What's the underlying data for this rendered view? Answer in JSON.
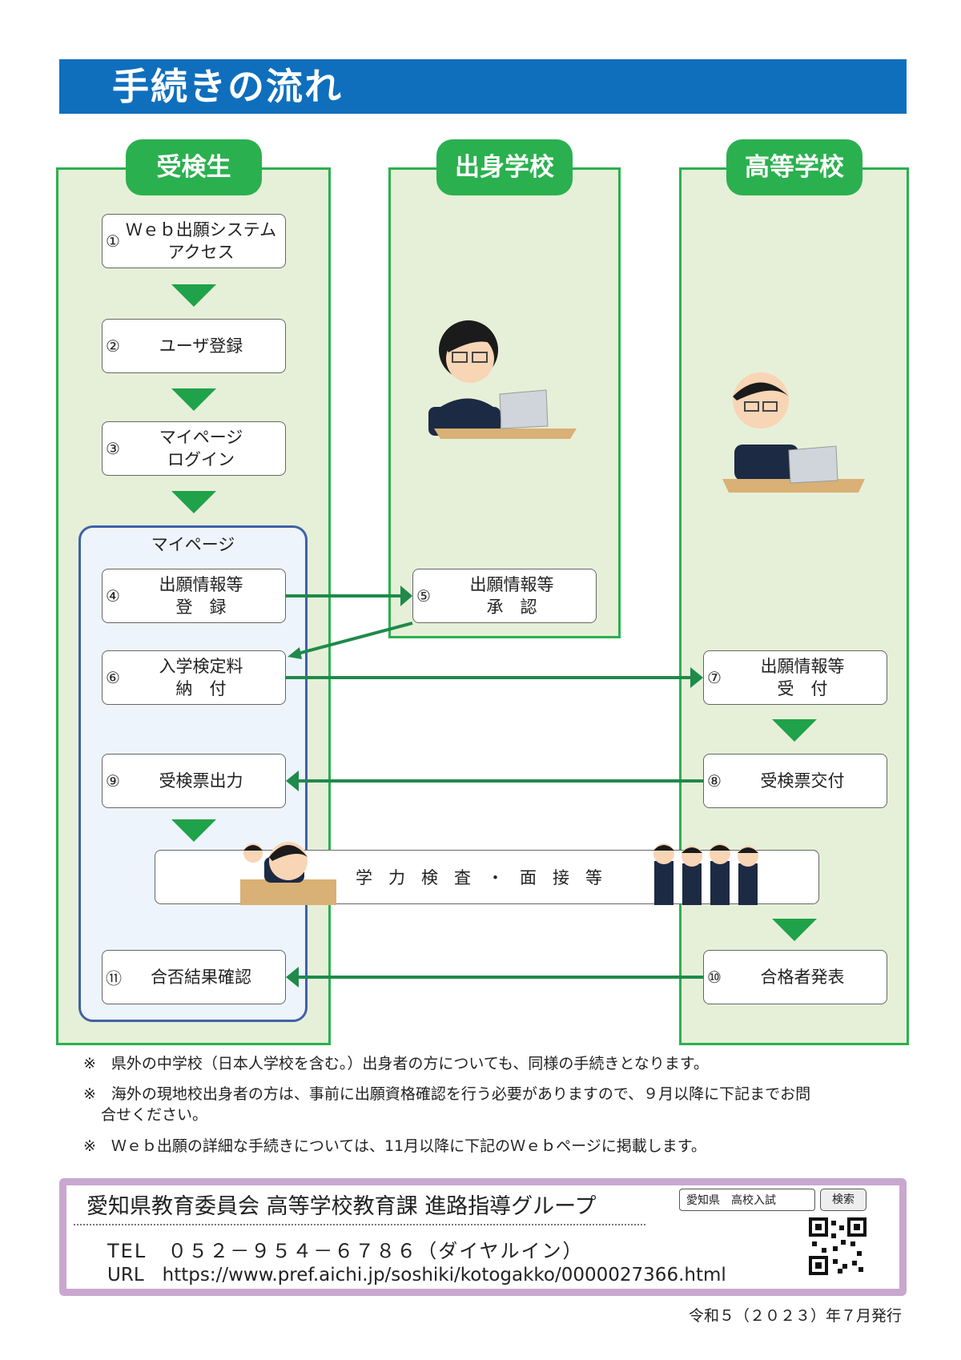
{
  "header": {
    "title": "手続きの流れ"
  },
  "columns": {
    "student": "受検生",
    "origin_school": "出身学校",
    "high_school": "高等学校"
  },
  "mypage_label": "マイページ",
  "steps": {
    "s1": {
      "num": "①",
      "line1": "Ｗｅｂ出願システム",
      "line2": "アクセス"
    },
    "s2": {
      "num": "②",
      "line1": "ユーザ登録"
    },
    "s3": {
      "num": "③",
      "line1": "マイページ",
      "line2": "ログイン"
    },
    "s4": {
      "num": "④",
      "line1": "出願情報等",
      "line2": "登　録"
    },
    "s5": {
      "num": "⑤",
      "line1": "出願情報等",
      "line2": "承　認"
    },
    "s6": {
      "num": "⑥",
      "line1": "入学検定料",
      "line2": "納　付"
    },
    "s7": {
      "num": "⑦",
      "line1": "出願情報等",
      "line2": "受　付"
    },
    "s8": {
      "num": "⑧",
      "line1": "受検票交付"
    },
    "s9": {
      "num": "⑨",
      "line1": "受検票出力"
    },
    "s10": {
      "num": "⑩",
      "line1": "合格者発表"
    },
    "s11": {
      "num": "⑪",
      "line1": "合否結果確認"
    }
  },
  "exam": "学力検査・面接等",
  "notes": [
    "※　県外の中学校（日本人学校を含む。）出身者の方についても、同様の手続きとなります。",
    "※　海外の現地校出身者の方は、事前に出願資格確認を行う必要がありますので、９月以降に下記までお問",
    "合せください。",
    "※　Ｗｅｂ出願の詳細な手続きについては、11月以降に下記のＷｅｂページに掲載します。"
  ],
  "footer": {
    "org": "愛知県教育委員会 高等学校教育課 進路指導グループ",
    "tel": "TEL　０５２－９５４－６７８６（ダイヤルイン）",
    "url": "URL　https://www.pref.aichi.jp/soshiki/kotogakko/0000027366.html",
    "search_text": "愛知県　高校入試",
    "search_button": "検索"
  },
  "issue_date": "令和５（２０２３）年７月発行",
  "colors": {
    "green": "#2bb04f",
    "arrow": "#1f8a4a",
    "blue": "#0f6fbd",
    "light_green": "#e6f0d8"
  }
}
